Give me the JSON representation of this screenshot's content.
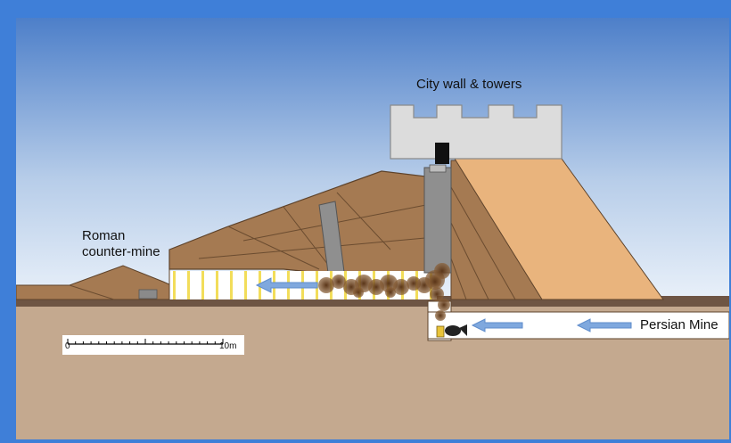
{
  "labels": {
    "city_wall": "City wall & towers",
    "roman_line1": "Roman",
    "roman_line2": "counter-mine",
    "persian_mine": "Persian Mine"
  },
  "scale_bar": {
    "start_label": "0",
    "end_label": "10m"
  },
  "colors": {
    "sky_top": "#4d7fc9",
    "sky_bottom": "#eef4fb",
    "earth_mound": "#a57a52",
    "rampart_light": "#e9b47d",
    "ground": "#c4a98f",
    "tunnel": "#ffffff",
    "arrow": "#7fa8de",
    "smoke": "#6b4423",
    "wall": "#d9d9d9"
  }
}
